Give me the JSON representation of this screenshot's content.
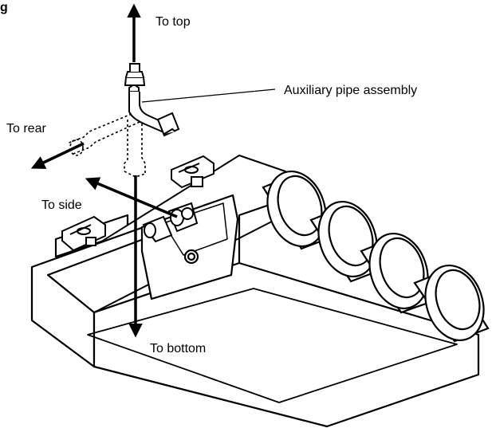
{
  "labels": {
    "corner": "g",
    "to_top": "To top",
    "to_rear": "To rear",
    "to_side": "To side",
    "to_bottom": "To bottom",
    "auxiliary_pipe": "Auxiliary pipe assembly"
  },
  "colors": {
    "line": "#000000",
    "background": "#ffffff"
  }
}
